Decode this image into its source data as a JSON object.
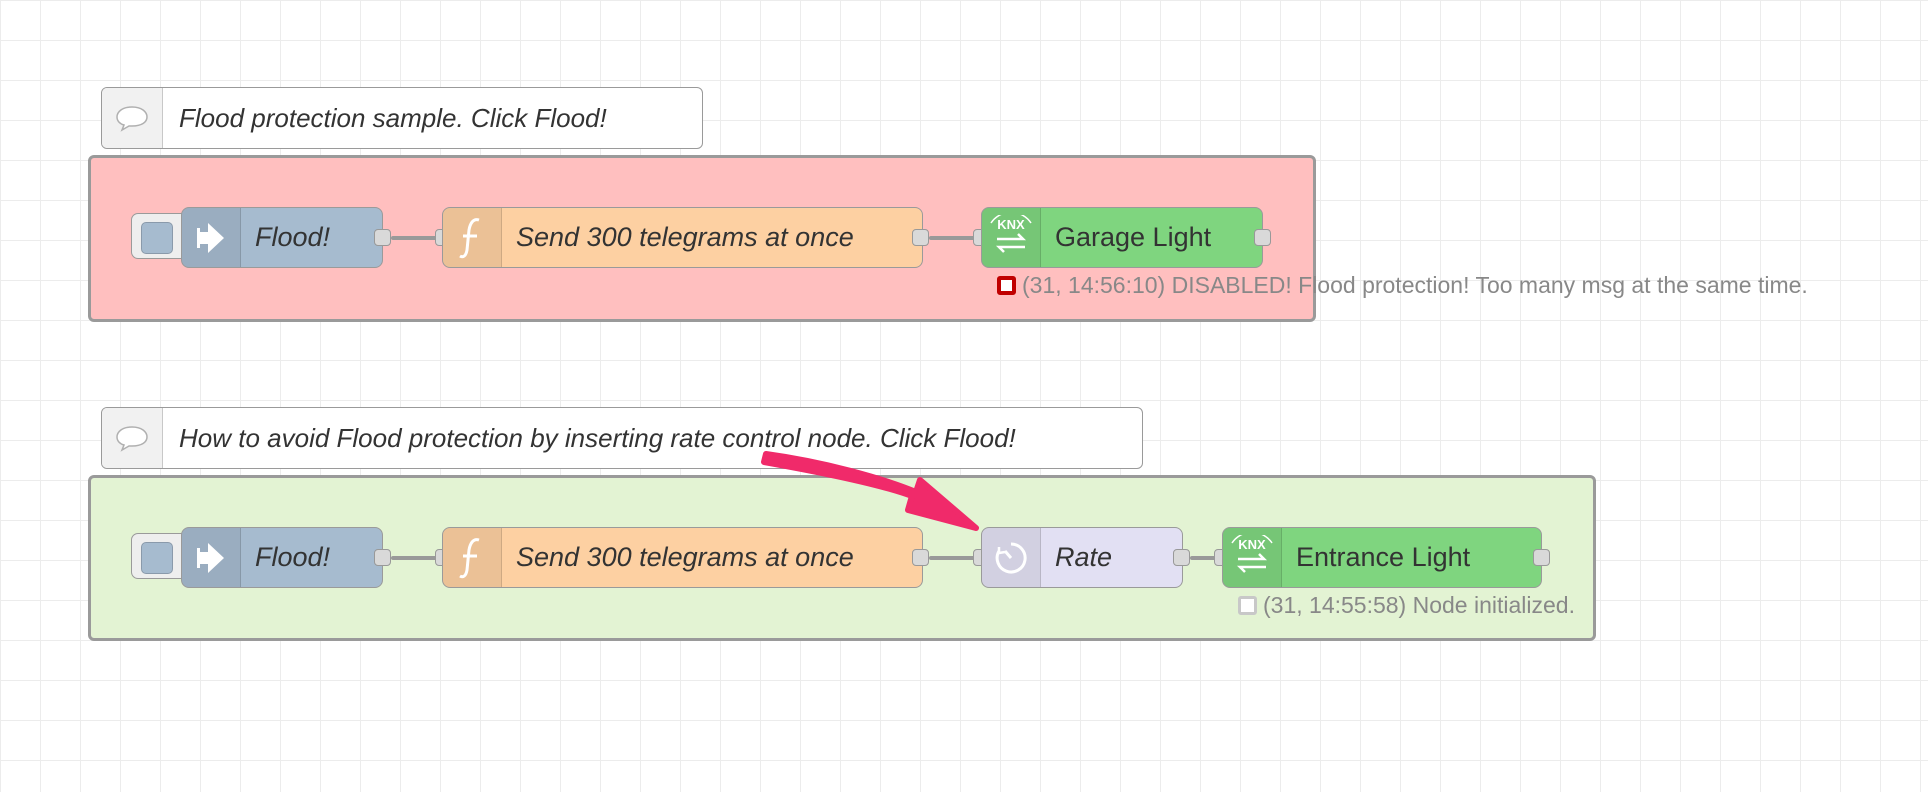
{
  "flow1": {
    "comment": "Flood protection sample. Click Flood!",
    "inject_label": "Flood!",
    "function_label": "Send 300 telegrams at once",
    "knx_label": "Garage Light",
    "status_text": "(31, 14:56:10) DISABLED! Flood protection! Too many msg at the same time.",
    "status_color": "#c00000"
  },
  "flow2": {
    "comment": "How to avoid Flood protection by inserting rate control node. Click Flood!",
    "inject_label": "Flood!",
    "function_label": "Send 300 telegrams at once",
    "rate_label": "Rate",
    "knx_label": "Entrance Light",
    "status_text": "(31, 14:55:58) Node initialized.",
    "status_color": "#c8c8c8"
  },
  "icons": {
    "comment": "speech-bubble-icon",
    "inject": "arrow-right-icon",
    "function": "function-icon",
    "knx": "knx-icon",
    "rate": "timer-icon",
    "arrow": "pink-arrow-icon"
  },
  "colors": {
    "group1_bg": "#ffbfbf",
    "group2_bg": "#e3f3d3",
    "inject_node": "#a6bbcf",
    "function_node": "#fdd0a2",
    "knx_node": "#7fd57f",
    "rate_node": "#e2e0f3",
    "arrow": "#f02a6a"
  }
}
